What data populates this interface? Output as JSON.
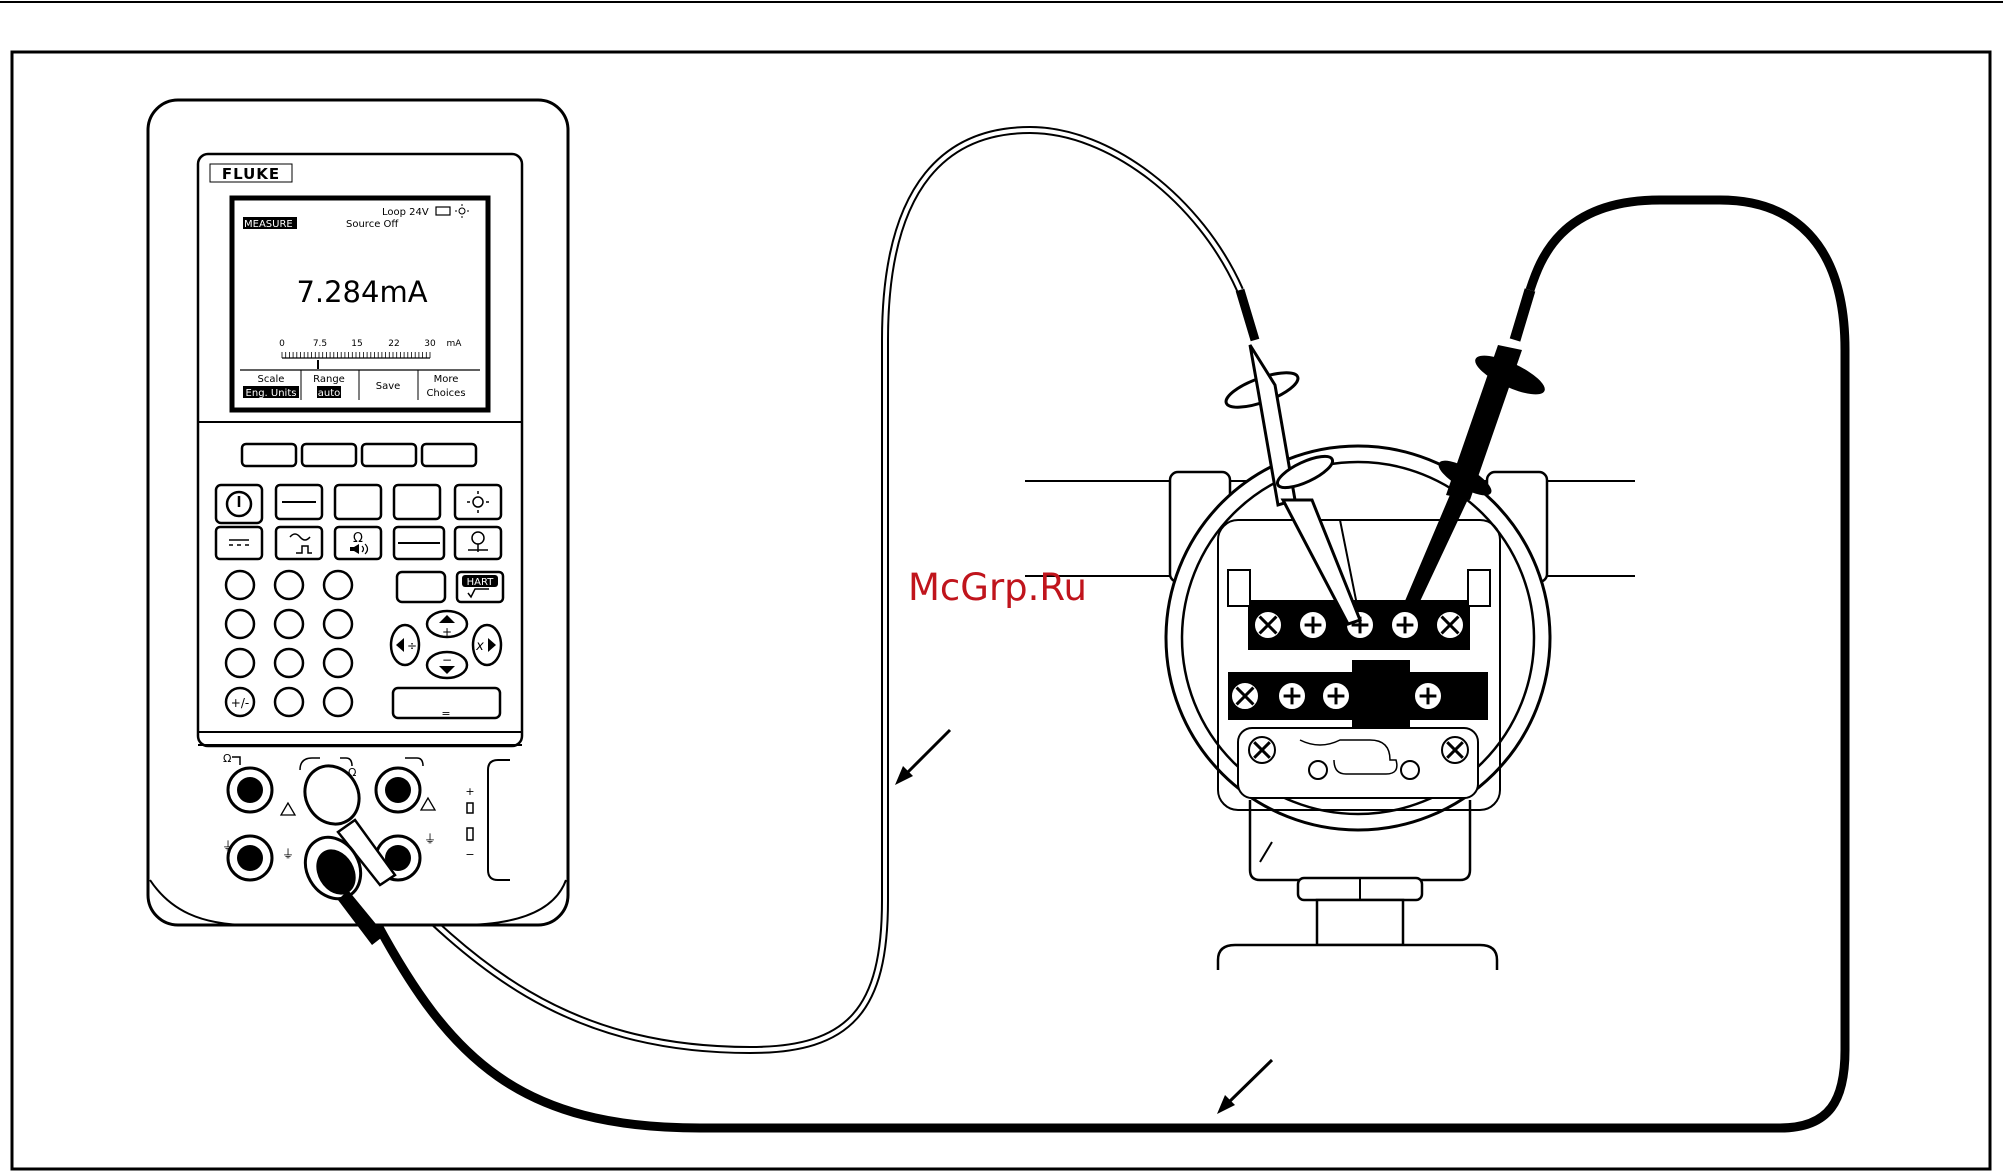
{
  "brand": "FLUKE",
  "watermark": "McGrp.Ru",
  "display": {
    "status": "Loop  24V",
    "mode": "MEASURE",
    "source": "Source Off",
    "reading": "7.284mA",
    "scale_ticks": [
      "0",
      "7.5",
      "15",
      "22",
      "30"
    ],
    "scale_unit": "mA",
    "softkeys": [
      {
        "label": "Scale",
        "value": "Eng. Units"
      },
      {
        "label": "Range",
        "value": "auto"
      },
      {
        "label": "Save",
        "value": ""
      },
      {
        "label": "More",
        "value": "Choices"
      }
    ]
  },
  "keypad": {
    "hart_label": "HART",
    "plusminus_label": "+/-",
    "ohm_label": "Ω",
    "divide_label": "÷",
    "multiply_label": "x",
    "plus_label": "+",
    "minus_label": "−",
    "equals_label": "="
  },
  "jacks": {
    "ohm_symbol": "Ω",
    "ground_symbol": "⏚",
    "plus_symbol": "+",
    "minus_symbol": "−"
  },
  "colors": {
    "ink": "#000000",
    "paper": "#ffffff",
    "watermark": "#c0141c"
  }
}
